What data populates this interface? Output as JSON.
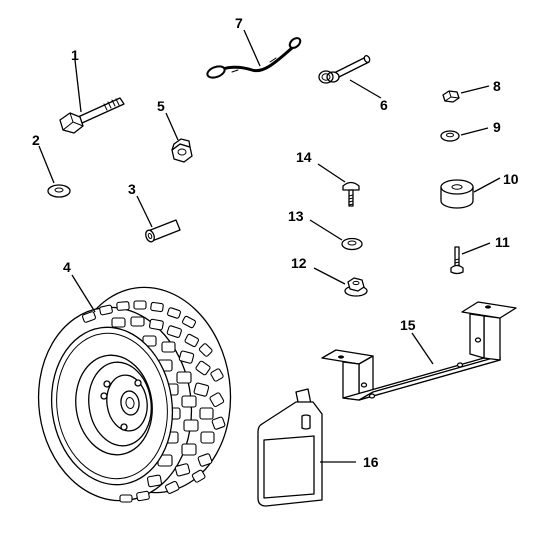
{
  "callouts": [
    "1",
    "2",
    "3",
    "4",
    "5",
    "6",
    "7",
    "8",
    "9",
    "10",
    "11",
    "12",
    "13",
    "14",
    "15",
    "16"
  ],
  "parts": [
    {
      "callout": "1",
      "icon": "hex-bolt-icon"
    },
    {
      "callout": "2",
      "icon": "flat-washer-icon"
    },
    {
      "callout": "3",
      "icon": "spacer-tube-icon"
    },
    {
      "callout": "4",
      "icon": "knobby-tire-wheel-icon"
    },
    {
      "callout": "5",
      "icon": "lock-nut-icon"
    },
    {
      "callout": "6",
      "icon": "hitch-pin-icon"
    },
    {
      "callout": "7",
      "icon": "lanyard-cable-icon"
    },
    {
      "callout": "8",
      "icon": "hex-nut-icon"
    },
    {
      "callout": "9",
      "icon": "washer-icon"
    },
    {
      "callout": "10",
      "icon": "bushing-icon"
    },
    {
      "callout": "11",
      "icon": "carriage-bolt-icon"
    },
    {
      "callout": "12",
      "icon": "flange-nut-icon"
    },
    {
      "callout": "13",
      "icon": "washer-icon"
    },
    {
      "callout": "14",
      "icon": "carriage-bolt-icon"
    },
    {
      "callout": "15",
      "icon": "mounting-bracket-icon"
    },
    {
      "callout": "16",
      "icon": "oil-bottle-icon"
    }
  ]
}
